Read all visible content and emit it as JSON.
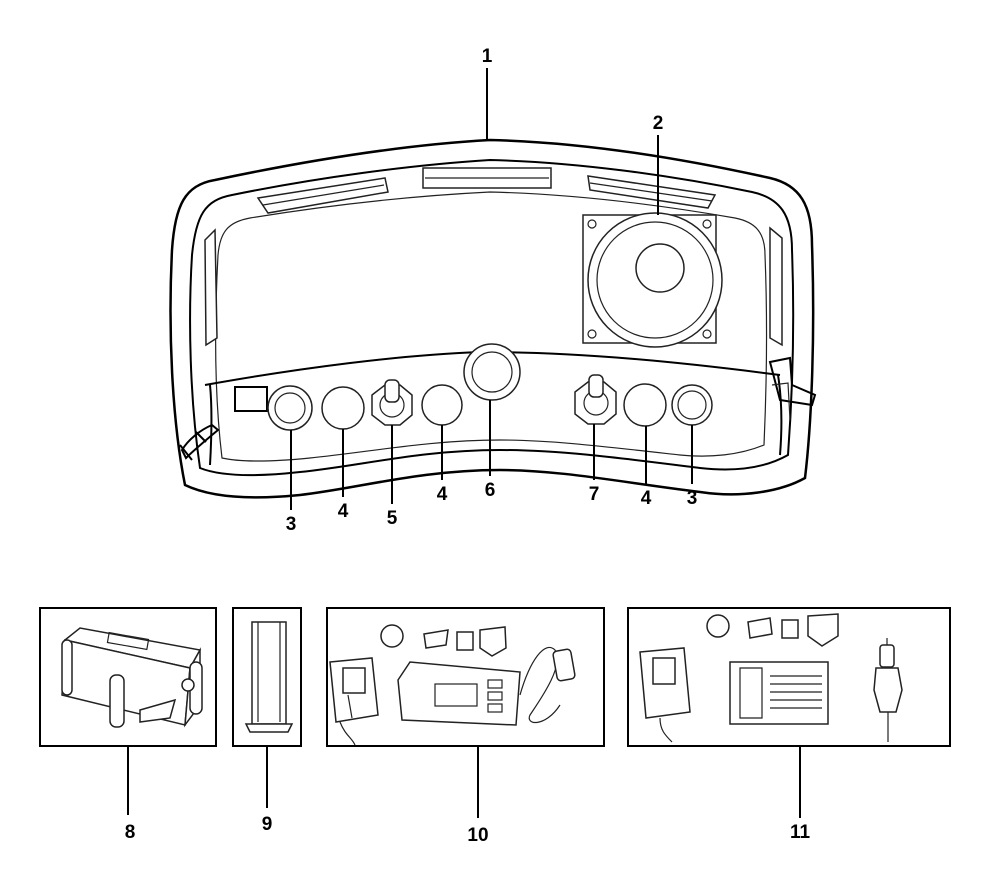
{
  "callouts": [
    {
      "id": "1",
      "text": "1"
    },
    {
      "id": "2",
      "text": "2"
    },
    {
      "id": "3a",
      "text": "3"
    },
    {
      "id": "4a",
      "text": "4"
    },
    {
      "id": "5",
      "text": "5"
    },
    {
      "id": "4b",
      "text": "4"
    },
    {
      "id": "6",
      "text": "6"
    },
    {
      "id": "7",
      "text": "7"
    },
    {
      "id": "4c",
      "text": "4"
    },
    {
      "id": "3b",
      "text": "3"
    },
    {
      "id": "8",
      "text": "8"
    },
    {
      "id": "9",
      "text": "9"
    },
    {
      "id": "10",
      "text": "10"
    },
    {
      "id": "11",
      "text": "11"
    }
  ]
}
